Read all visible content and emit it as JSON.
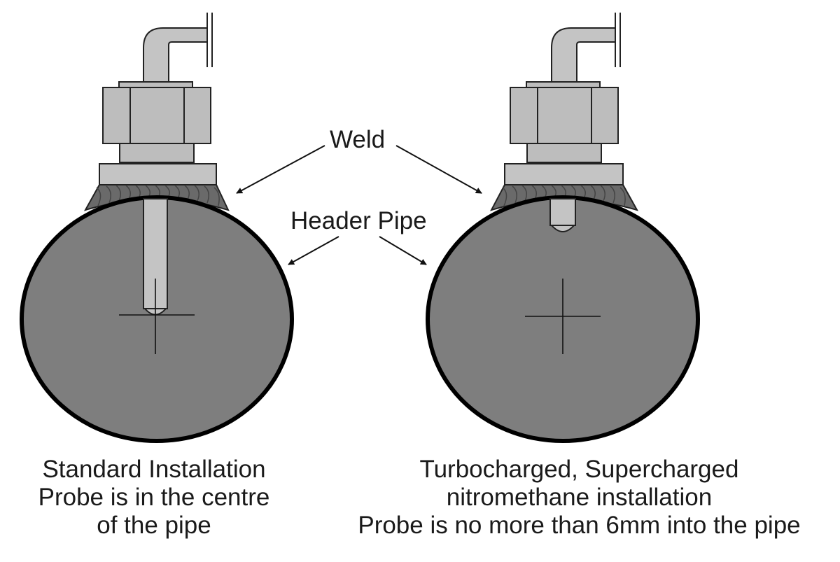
{
  "labels": {
    "weld": "Weld",
    "header_pipe": "Header Pipe"
  },
  "captions": {
    "left": [
      "Standard Installation",
      "Probe is in the centre",
      "of the pipe"
    ],
    "right": [
      "Turbocharged, Supercharged",
      "nitromethane installation",
      "Probe is no more than 6mm into the pipe"
    ]
  },
  "colors": {
    "pipe_fill": "#7e7e7e",
    "pipe_outline": "#000000",
    "fitting_fill": "#bdbdbd",
    "weld_fill": "#6a6a6a",
    "probe_fill": "#c4c4c4"
  }
}
